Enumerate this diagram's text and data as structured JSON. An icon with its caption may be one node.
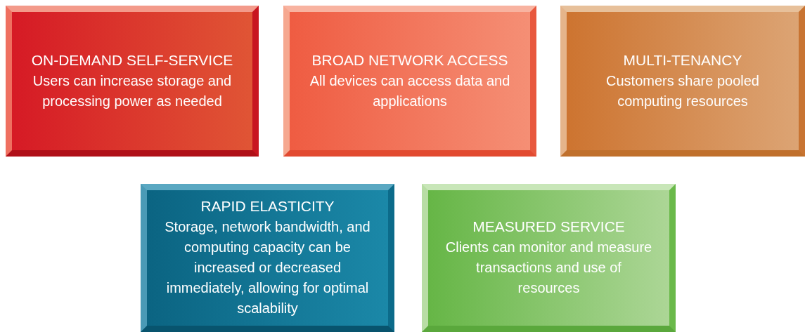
{
  "diagram": {
    "nodes": [
      {
        "text": [
          "ON-DEMAND SELF-SERVICE",
          "Users can increase storage and processing power as needed"
        ]
      },
      {
        "text": [
          "BROAD NETWORK ACCESS",
          "All devices can access data and applications"
        ]
      },
      {
        "text": [
          "MULTI-TENANCY",
          "Customers share pooled computing resources"
        ]
      },
      {
        "text": [
          "RAPID ELASTICITY",
          "Storage, network bandwidth, and computing capacity can be increased or decreased immediately, allowing for optimal scalability"
        ]
      },
      {
        "text": [
          "MEASURED SERVICE",
          "Clients can monitor and measure transactions and use of resources"
        ]
      }
    ]
  }
}
